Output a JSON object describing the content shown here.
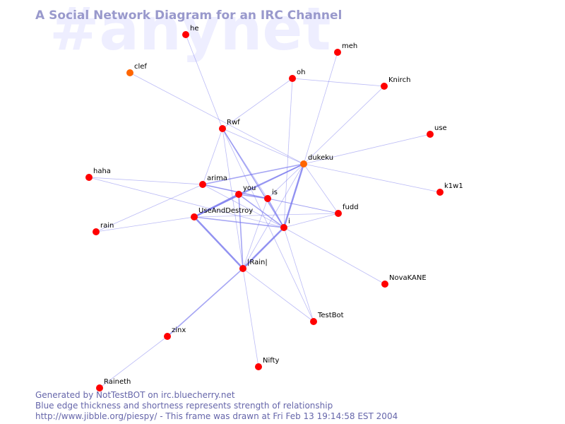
{
  "watermark": "#anynet",
  "title": "A Social Network Diagram for an IRC Channel",
  "footer": {
    "line1": "Generated by NotTestBOT on irc.bluecherry.net",
    "line2": "Blue edge thickness and shortness represents strength of relationship",
    "line3": "http://www.jibble.org/piespy/ - This frame was drawn at Fri Feb 13 19:14:58 EST 2004"
  },
  "colors": {
    "node": "#ff0000",
    "node_highlight": "#ff6600",
    "edge": "#7777ee",
    "watermark": "#eeeeff",
    "title": "#9999cc",
    "footer": "#6666aa"
  },
  "nodes": [
    {
      "id": "he",
      "label": "he",
      "highlight": false
    },
    {
      "id": "meh",
      "label": "meh",
      "highlight": false
    },
    {
      "id": "clef",
      "label": "clef",
      "highlight": true
    },
    {
      "id": "oh",
      "label": "oh",
      "highlight": false
    },
    {
      "id": "Knirch",
      "label": "Knirch",
      "highlight": false
    },
    {
      "id": "Rwf",
      "label": "Rwf",
      "highlight": false
    },
    {
      "id": "use",
      "label": "use",
      "highlight": false
    },
    {
      "id": "dukeku",
      "label": "dukeku",
      "highlight": true
    },
    {
      "id": "haha",
      "label": "haha",
      "highlight": false
    },
    {
      "id": "arima",
      "label": "arima",
      "highlight": false
    },
    {
      "id": "you",
      "label": "you",
      "highlight": false
    },
    {
      "id": "is",
      "label": "is",
      "highlight": false
    },
    {
      "id": "k1w1",
      "label": "k1w1",
      "highlight": false
    },
    {
      "id": "fudd",
      "label": "fudd",
      "highlight": false
    },
    {
      "id": "UseAndDestroy",
      "label": "UseAndDestroy",
      "highlight": false
    },
    {
      "id": "rain",
      "label": "rain",
      "highlight": false
    },
    {
      "id": "i",
      "label": "i",
      "highlight": false
    },
    {
      "id": "Rain",
      "label": "|Rain|",
      "highlight": false
    },
    {
      "id": "NovaKANE",
      "label": "NovaKANE",
      "highlight": false
    },
    {
      "id": "TestBot",
      "label": "TestBot",
      "highlight": false
    },
    {
      "id": "zinx",
      "label": "zinx",
      "highlight": false
    },
    {
      "id": "Nifty",
      "label": "Nifty",
      "highlight": false
    },
    {
      "id": "Raineth",
      "label": "Raineth",
      "highlight": false
    }
  ],
  "edges": [
    {
      "source": "he",
      "target": "Rwf",
      "strength": 1
    },
    {
      "source": "clef",
      "target": "dukeku",
      "strength": 1
    },
    {
      "source": "meh",
      "target": "dukeku",
      "strength": 1
    },
    {
      "source": "oh",
      "target": "Knirch",
      "strength": 1
    },
    {
      "source": "oh",
      "target": "Rwf",
      "strength": 1
    },
    {
      "source": "oh",
      "target": "i",
      "strength": 1
    },
    {
      "source": "Knirch",
      "target": "dukeku",
      "strength": 1
    },
    {
      "source": "use",
      "target": "dukeku",
      "strength": 1
    },
    {
      "source": "k1w1",
      "target": "dukeku",
      "strength": 1
    },
    {
      "source": "Rwf",
      "target": "dukeku",
      "strength": 1
    },
    {
      "source": "Rwf",
      "target": "arima",
      "strength": 1
    },
    {
      "source": "Rwf",
      "target": "is",
      "strength": 1
    },
    {
      "source": "Rwf",
      "target": "i",
      "strength": 2
    },
    {
      "source": "Rwf",
      "target": "Rain",
      "strength": 1
    },
    {
      "source": "Rwf",
      "target": "TestBot",
      "strength": 1
    },
    {
      "source": "dukeku",
      "target": "arima",
      "strength": 2
    },
    {
      "source": "dukeku",
      "target": "you",
      "strength": 2
    },
    {
      "source": "dukeku",
      "target": "is",
      "strength": 1
    },
    {
      "source": "dukeku",
      "target": "UseAndDestroy",
      "strength": 2
    },
    {
      "source": "dukeku",
      "target": "i",
      "strength": 3
    },
    {
      "source": "dukeku",
      "target": "Rain",
      "strength": 1
    },
    {
      "source": "dukeku",
      "target": "fudd",
      "strength": 1
    },
    {
      "source": "haha",
      "target": "arima",
      "strength": 1
    },
    {
      "source": "haha",
      "target": "i",
      "strength": 1
    },
    {
      "source": "arima",
      "target": "rain",
      "strength": 1
    },
    {
      "source": "arima",
      "target": "is",
      "strength": 2
    },
    {
      "source": "arima",
      "target": "i",
      "strength": 1
    },
    {
      "source": "arima",
      "target": "fudd",
      "strength": 1
    },
    {
      "source": "you",
      "target": "is",
      "strength": 2
    },
    {
      "source": "you",
      "target": "UseAndDestroy",
      "strength": 3
    },
    {
      "source": "you",
      "target": "i",
      "strength": 2
    },
    {
      "source": "you",
      "target": "Rain",
      "strength": 2
    },
    {
      "source": "is",
      "target": "i",
      "strength": 2
    },
    {
      "source": "is",
      "target": "Rain",
      "strength": 1
    },
    {
      "source": "is",
      "target": "fudd",
      "strength": 1
    },
    {
      "source": "UseAndDestroy",
      "target": "rain",
      "strength": 1
    },
    {
      "source": "UseAndDestroy",
      "target": "i",
      "strength": 2
    },
    {
      "source": "UseAndDestroy",
      "target": "Rain",
      "strength": 3
    },
    {
      "source": "UseAndDestroy",
      "target": "fudd",
      "strength": 1
    },
    {
      "source": "i",
      "target": "Rain",
      "strength": 3
    },
    {
      "source": "i",
      "target": "fudd",
      "strength": 1
    },
    {
      "source": "i",
      "target": "NovaKANE",
      "strength": 1
    },
    {
      "source": "i",
      "target": "TestBot",
      "strength": 1
    },
    {
      "source": "Rain",
      "target": "zinx",
      "strength": 2
    },
    {
      "source": "Rain",
      "target": "Nifty",
      "strength": 1
    },
    {
      "source": "Rain",
      "target": "TestBot",
      "strength": 1
    },
    {
      "source": "zinx",
      "target": "Raineth",
      "strength": 1
    }
  ]
}
